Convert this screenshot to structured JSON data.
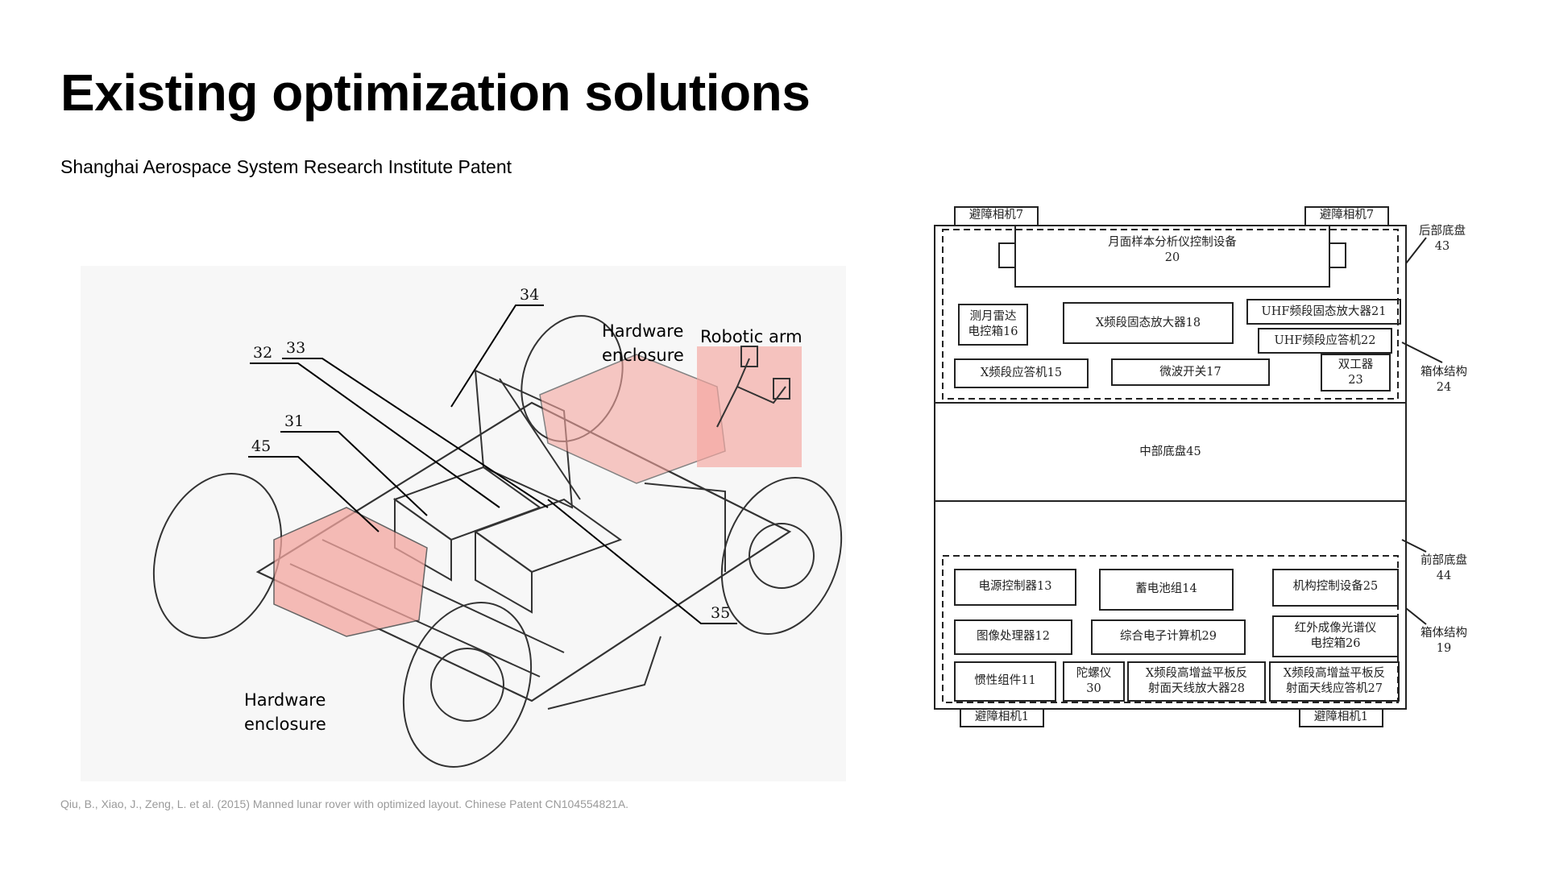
{
  "slide": {
    "title": "Existing optimization solutions",
    "subtitle": "Shanghai Aerospace System Research Institute Patent",
    "citation": "Qiu, B., Xiao, J., Zeng, L. et al. (2015) Manned lunar rover with optimized layout. Chinese Patent CN104554821A."
  },
  "rover_figure": {
    "highlight_color": "#f4a6a0",
    "labels": {
      "hardware_enclosure_top": "Hardware\nenclosure",
      "robotic_arm": "Robotic arm",
      "hardware_enclosure_bottom": "Hardware\nenclosure"
    },
    "callouts": [
      "34",
      "32",
      "33",
      "31",
      "45",
      "35"
    ]
  },
  "layout_diagram": {
    "camera_top_left": "避障相机7",
    "camera_top_right": "避障相机7",
    "camera_bottom_left": "避障相机1",
    "camera_bottom_right": "避障相机1",
    "rear_chassis": "后部底盘\n43",
    "box_structure_top": "箱体结构\n24",
    "front_chassis": "前部底盘\n44",
    "box_structure_bottom": "箱体结构\n19",
    "middle_chassis": "中部底盘45",
    "sample_analyzer": "月面样本分析仪控制设备\n20",
    "lunar_radar": "测月雷达\n电控箱16",
    "x_amp": "X频段固态放大器18",
    "uhf_amp": "UHF频段固态放大器21",
    "uhf_transponder": "UHF频段应答机22",
    "x_transponder": "X频段应答机15",
    "microwave_switch": "微波开关17",
    "duplexer": "双工器\n23",
    "power_controller": "电源控制器13",
    "battery_pack": "蓄电池组14",
    "mechanism_controller": "机构控制设备25",
    "image_processor": "图像处理器12",
    "integrated_computer": "综合电子计算机29",
    "infrared_spectrometer": "红外成像光谱仪\n电控箱26",
    "inertial_unit": "惯性组件11",
    "gyroscope": "陀螺仪\n30",
    "x_antenna_amp": "X频段高增益平板反\n射面天线放大器28",
    "x_antenna_transponder": "X频段高增益平板反\n射面天线应答机27"
  }
}
